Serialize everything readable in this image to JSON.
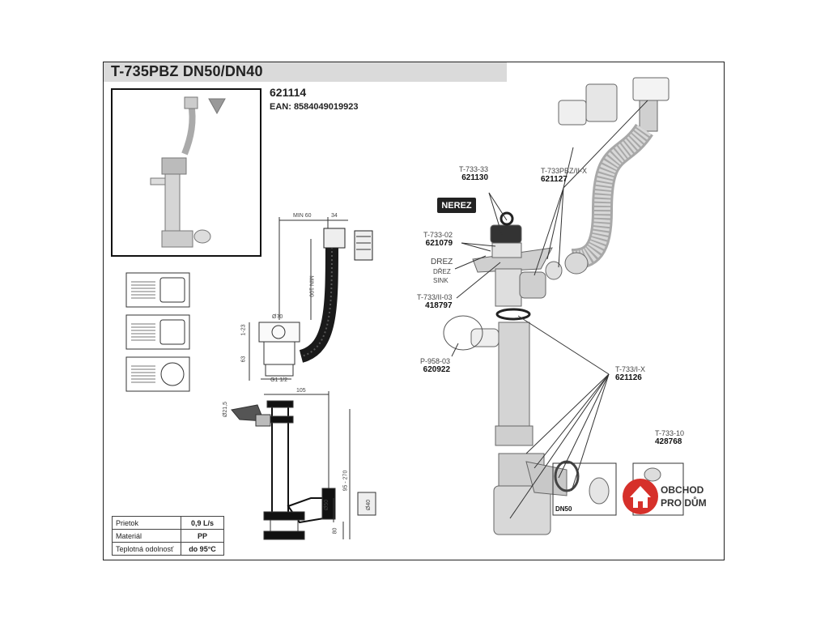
{
  "header": {
    "title": "T-735PBZ DN50/DN40"
  },
  "product": {
    "code": "621114",
    "ean": "EAN: 8584049019923"
  },
  "parts": [
    {
      "name": "T-733-33",
      "code": "621130"
    },
    {
      "name": "T-733PBZ/II-X",
      "code": "621127"
    },
    {
      "name": "T-733-02",
      "code": "621079"
    },
    {
      "name": "T-733/II-03",
      "code": "418797"
    },
    {
      "name": "P-958-03",
      "code": "620922"
    },
    {
      "name": "T-733/I-X",
      "code": "621126"
    },
    {
      "name": "T-733-10",
      "code": "428768"
    }
  ],
  "sink_labels": [
    "DREZ",
    "DŘEZ",
    "SINK"
  ],
  "badge": "NEREZ",
  "dn_tag": "DN50",
  "dimensions": {
    "min60": "MIN 60",
    "d34": "34",
    "min100": "MIN 100",
    "d70": "Ø70",
    "d123": "1-23",
    "d63": "63",
    "g112": "G1 1/2",
    "d105": "105",
    "d9270": "95 - 270",
    "d50": "Ø50",
    "d40": "Ø40",
    "d80": "80",
    "d215": "Ø21,5"
  },
  "specs": [
    {
      "key": "Prietok",
      "value": "0,9 L/s"
    },
    {
      "key": "Materiál",
      "value": "PP"
    },
    {
      "key": "Teplotná odolnosť",
      "value": "do 95°C"
    }
  ],
  "logo": {
    "line1": "OBCHOD",
    "line2": "PRO DŮM"
  },
  "colors": {
    "header_bg": "#dadada",
    "logo_red": "#d6302a",
    "pipe": "#b8b8b8"
  }
}
